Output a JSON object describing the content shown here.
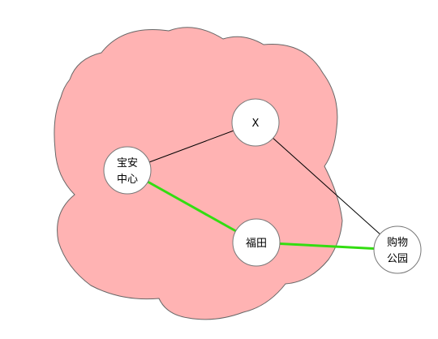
{
  "diagram": {
    "nodes": {
      "x": {
        "label": "X"
      },
      "baoan": {
        "label_line1": "宝安",
        "label_line2": "中心"
      },
      "futian": {
        "label": "福田"
      },
      "park": {
        "label_line1": "购物",
        "label_line2": "公园"
      }
    },
    "colors": {
      "cloud_fill": "#ffb3b3",
      "cloud_stroke": "#666666",
      "node_fill": "#ffffff",
      "node_stroke": "#777777",
      "edge_plain": "#000000",
      "edge_highlight": "#33dd11"
    }
  }
}
